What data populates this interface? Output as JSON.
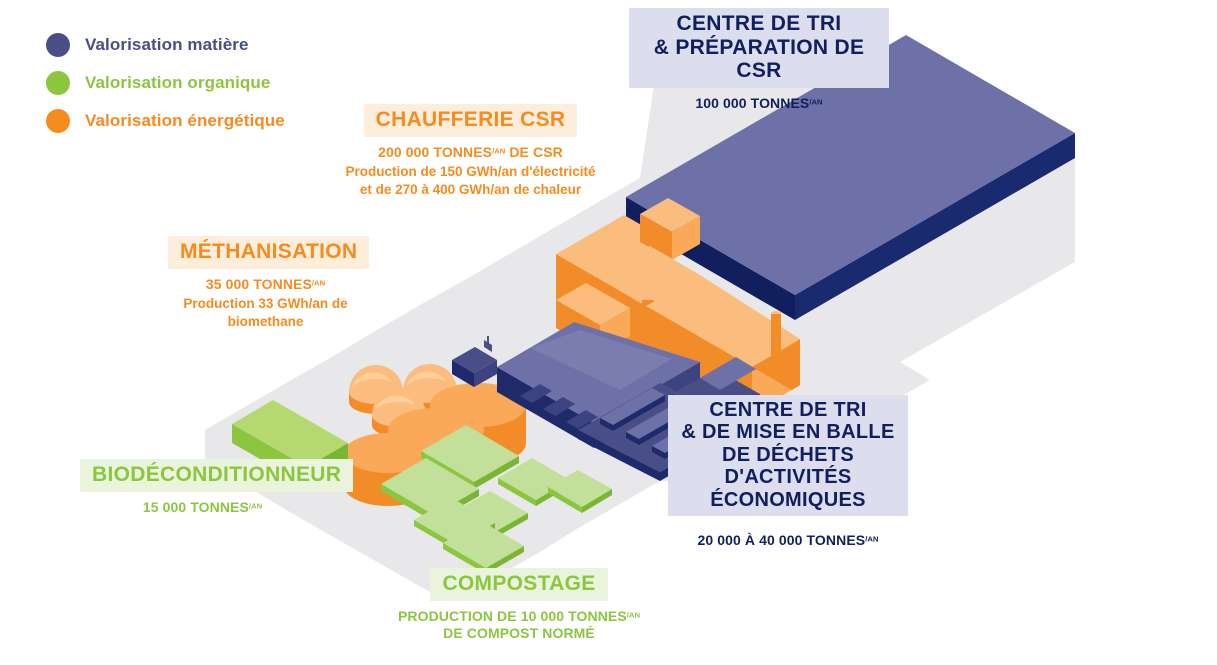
{
  "legend": {
    "items": [
      {
        "label": "Valorisation matière",
        "color": "#4a4e87",
        "text_color": "#4a4e87"
      },
      {
        "label": "Valorisation organique",
        "color": "#8cc63e",
        "text_color": "#8cc63e"
      },
      {
        "label": "Valorisation énergétique",
        "color": "#f68b1f",
        "text_color": "#f68b1f"
      }
    ]
  },
  "palette": {
    "navy_dark": "#111f5e",
    "navy_mid": "#3d4281",
    "purple": "#6e71a8",
    "purple_light": "#8184b6",
    "orange": "#f68b1f",
    "orange_light": "#f9ae65",
    "orange_pale": "#fbbd7d",
    "green": "#8cc63e",
    "green_light": "#c3e09a",
    "ground": "#e8e8ea",
    "highlight_navy": "#dcdeee",
    "highlight_orange": "#fdeedc",
    "highlight_green": "#eaf4dc"
  },
  "facilities": {
    "tri_csr": {
      "title_lines": [
        "CENTRE DE TRI",
        "& PRÉPARATION DE CSR"
      ],
      "capacity": "100 000 TONNES",
      "capacity_unit": "/AN"
    },
    "chaufferie": {
      "title_lines": [
        "CHAUFFERIE CSR"
      ],
      "capacity": "200 000 TONNES",
      "capacity_unit": "/AN",
      "capacity_suffix": " DE CSR",
      "note_lines": [
        "Production de 150 GWh/an d'électricité",
        "et de 270 à 400 GWh/an de chaleur"
      ]
    },
    "methanisation": {
      "title_lines": [
        "MÉTHANISATION"
      ],
      "capacity": "35 000 TONNES",
      "capacity_unit": "/AN",
      "note_lines": [
        "Production 33 GWh/an de",
        "biomethane"
      ]
    },
    "biodeconditionneur": {
      "title_lines": [
        "BIODÉCONDITIONNEUR"
      ],
      "capacity": "15 000 TONNES",
      "capacity_unit": "/AN"
    },
    "compostage": {
      "title_lines": [
        "COMPOSTAGE"
      ],
      "capacity_lines": [
        "PRODUCTION DE 10 000 TONNES",
        "DE COMPOST NORMÉ"
      ],
      "capacity_unit": "/AN"
    },
    "tri_balle": {
      "title_lines": [
        "CENTRE DE TRI",
        "& DE MISE EN BALLE",
        "DE DÉCHETS D'ACTIVITÉS",
        "ÉCONOMIQUES"
      ],
      "capacity": "20 000 À 40 000 TONNES",
      "capacity_unit": "/AN"
    }
  }
}
